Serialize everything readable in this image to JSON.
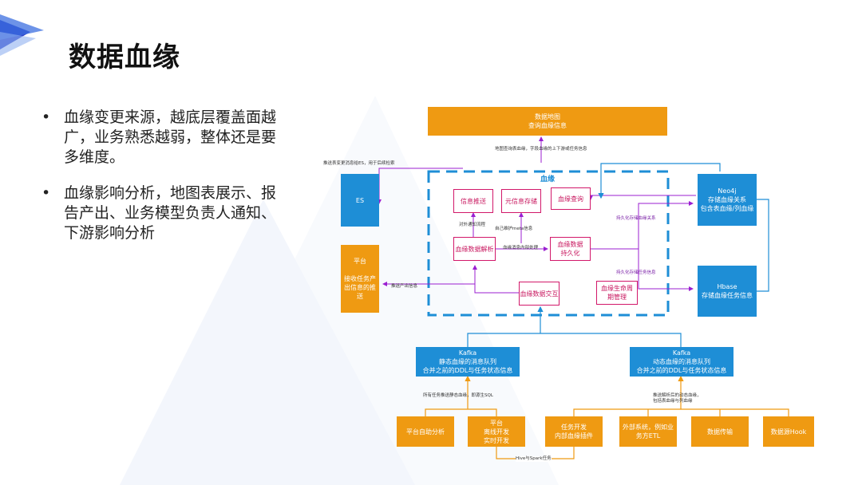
{
  "slide": {
    "title": "数据血缘",
    "bullets": [
      {
        "symbol": "•",
        "text": "血缘变更来源，越底层覆盖面越广，业务熟悉越弱，整体还是要多维度。"
      },
      {
        "symbol": "•",
        "text": "血缘影响分析，地图表展示、报告产出、业务模型负责人通知、下游影响分析"
      }
    ]
  },
  "diagram": {
    "colors": {
      "orange": "#ef9a12",
      "blue": "#1e8ed6",
      "pink": "#d2186a",
      "purple": "#9b1fd1"
    },
    "zone_label": "血缘",
    "boxes": {
      "datamap": "数据地图\n查询血缘信息",
      "es": "ES",
      "platform_push": "平台\n\n接收任务产出信息的推送",
      "neo4j": "Neo4j\n存储血缘关系\n包含表血缘/列血缘",
      "hbase": "Hbase\n存储血缘任务信息",
      "info_push": "信息推送",
      "meta_store": "元信息存储",
      "lineage_query": "血缘查询",
      "lineage_parse": "血缘数据解析",
      "lineage_persist": "血缘数据持久化",
      "lineage_interact": "血缘数据交互",
      "lifecycle": "血缘生命周期管理",
      "kafka_static": "Kafka\n静态血缘的消息队列\n合并之前的DDL与任务状态信息",
      "kafka_dynamic": "Kafka\n动态血缘的消息队列\n合并之前的DDL与任务状态信息",
      "self_analysis": "平台自助分析",
      "platform_dev": "平台\n离线开发\n实时开发",
      "task_dev": "任务开发\n内部血缘插件",
      "external": "外部系统，例如业务方ETL",
      "data_transfer": "数据传输",
      "datasource_hook": "数据源Hook"
    },
    "labels": {
      "map_query": "地图查询表血缘，字段血缘的上下游或任务信息",
      "push_es": "推送表变更消息给ES，用于后续检索",
      "external_notify": "对外通知流程",
      "self_meta": "自己维护meta信息",
      "internal_process": "血缘消息内部处理",
      "persist_relation": "持久化存储血缘关系",
      "persist_task": "持久化存储任务信息",
      "push_output": "推送产出信息",
      "static_sql": "所有任务推送静态血缘，即源生SQL",
      "dynamic_parse": "推送解析后的动态血缘，\n包括表血缘与列血缘",
      "hive_spark": "Hive与Spark任务"
    }
  }
}
